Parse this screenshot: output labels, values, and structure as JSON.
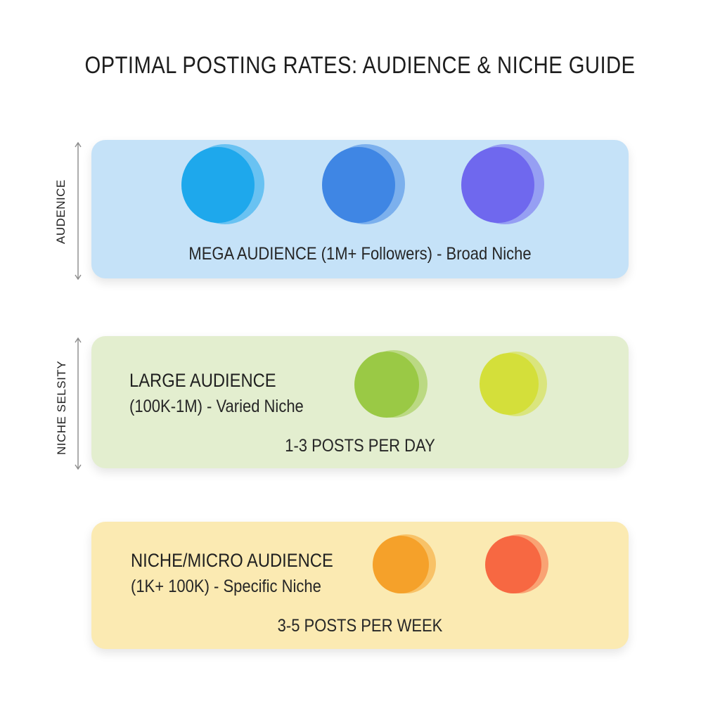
{
  "title": "OPTIMAL POSTING RATES: AUDIENCE & NICHE GUIDE",
  "axes": {
    "audience_label": "AUDENICE",
    "niche_label": "NICHE SELSITY"
  },
  "tiers": [
    {
      "heading": "MEGA AUDIENCE (1M+ Followers) - Broad Niche",
      "panel_color": "#c5e2f8",
      "dot_colors": [
        "#1ea8ec",
        "#3f86e4",
        "#6f68ee"
      ]
    },
    {
      "heading": "LARGE AUDIENCE",
      "subheading": "(100K-1M) - Varied Niche",
      "rate": "1-3 POSTS PER DAY",
      "panel_color": "#e3eecf",
      "dot_colors": [
        "#9ac945",
        "#d4df3a"
      ]
    },
    {
      "heading": "NICHE/MICRO AUDIENCE",
      "subheading": "(1K+ 100K) - Specific Niche",
      "rate": "3-5 POSTS PER WEEK",
      "panel_color": "#fbeab2",
      "dot_colors": [
        "#f5a12a",
        "#f76842"
      ]
    }
  ]
}
